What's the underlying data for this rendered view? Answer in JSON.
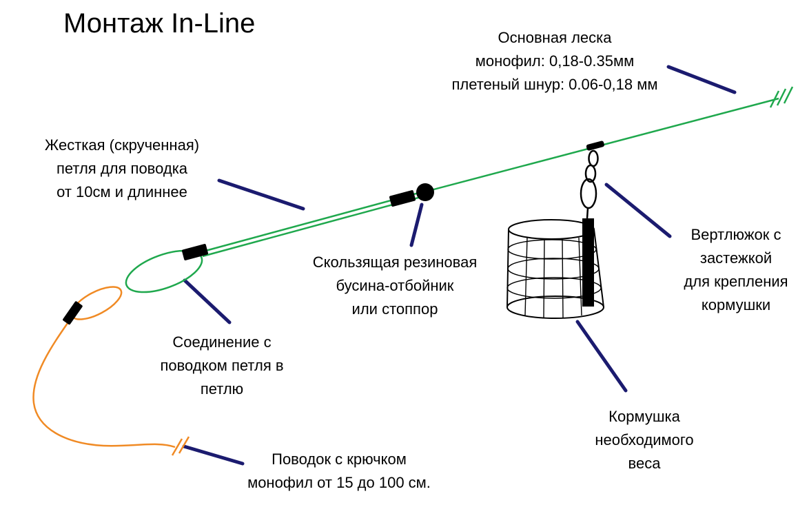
{
  "title": "Монтаж In-Line",
  "labels": {
    "main_line": "Основная леска\nмонофил: 0,18-0.35мм\nплетеный шнур: 0.06-0,18 мм",
    "twisted_loop": "Жесткая (скрученная)\nпетля для поводка\nот 10см и длиннее",
    "bead": "Скользящая резиновая\nбусина-отбойник\nили стоппор",
    "swivel": "Вертлюжок с\nзастежкой\nдля крепления\nкормушки",
    "feeder": "Кормушка\nнеобходимого\nвеса",
    "loop_to_loop": "Соединение с\nповодком петля в\nпетлю",
    "leader": "Поводок с крючком\nмонофил от 15 до 100 см."
  },
  "colors": {
    "main_line_green": "#1fa84d",
    "leader_orange": "#f08a24",
    "pointer_navy": "#1b1b6f",
    "text": "#000000",
    "background": "#ffffff"
  }
}
